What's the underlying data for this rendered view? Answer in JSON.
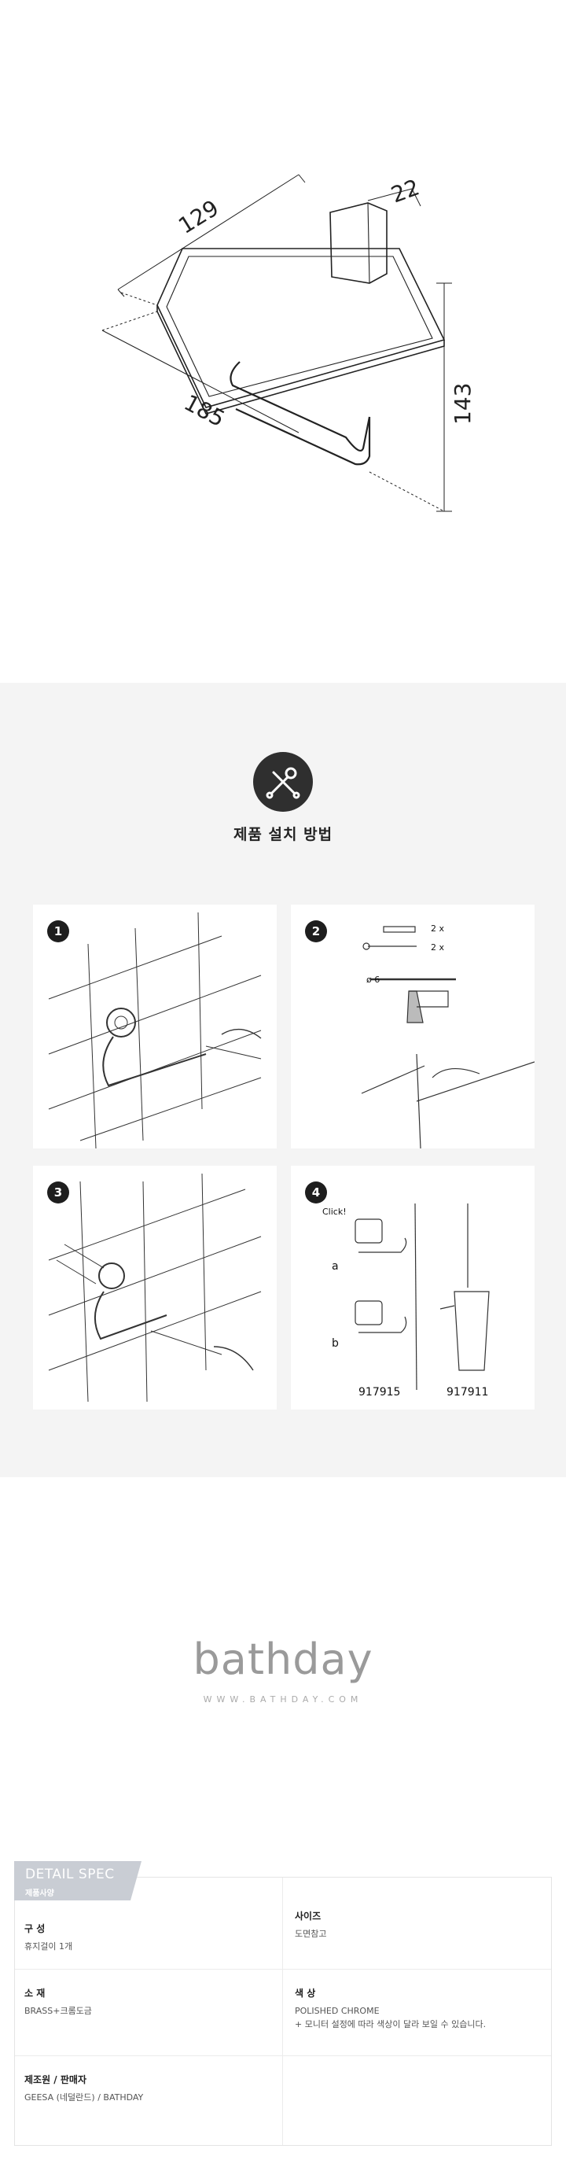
{
  "dimensions": {
    "depth": "129",
    "mount_depth": "22",
    "width": "185",
    "height": "143"
  },
  "install": {
    "icon": "wrench-screwdriver-icon",
    "title": "제품 설치 방법",
    "steps": [
      {
        "number": "1"
      },
      {
        "number": "2",
        "qty_a": "2 x",
        "qty_b": "2 x",
        "drill": "ø 6"
      },
      {
        "number": "3"
      },
      {
        "number": "4",
        "click": "Click!",
        "variant_a": "a",
        "variant_b": "b",
        "code_left": "917915",
        "code_right": "917911"
      }
    ]
  },
  "brand": {
    "logo": "bathday",
    "url": "WWW.BATHDAY.COM"
  },
  "spec": {
    "tab_en": "DETAIL SPEC",
    "tab_ko": "제품사양",
    "rows": [
      {
        "label": "구 성",
        "value": "휴지걸이 1개"
      },
      {
        "label": "사이즈",
        "value": "도면참고"
      },
      {
        "label": "소 재",
        "value": "BRASS+크롬도금"
      },
      {
        "label": "색 상",
        "value": "POLISHED CHROME",
        "note": "+ 모니터 설정에 따라 색상이 달라 보일 수 있습니다."
      },
      {
        "label": "제조원 / 판매자",
        "value": "GEESA (네덜란드) / BATHDAY"
      }
    ]
  },
  "colors": {
    "install_bg": "#f4f4f4",
    "icon_circle": "#2f2f2f",
    "spec_tab": "#c9cdd4",
    "brand_grey": "#9a9a9a"
  }
}
